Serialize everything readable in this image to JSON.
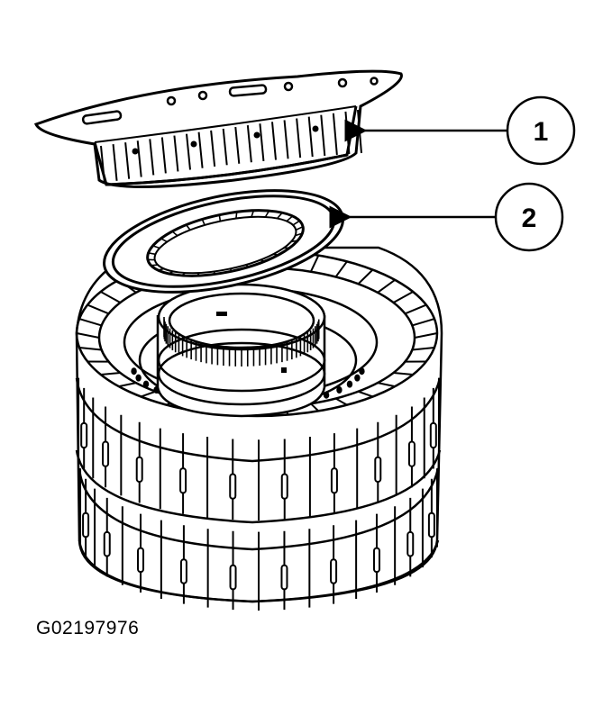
{
  "diagram": {
    "callouts": [
      {
        "number": "1"
      },
      {
        "number": "2"
      }
    ],
    "figure_id": "G02197976",
    "colors": {
      "line": "#000000",
      "background": "#ffffff"
    }
  }
}
